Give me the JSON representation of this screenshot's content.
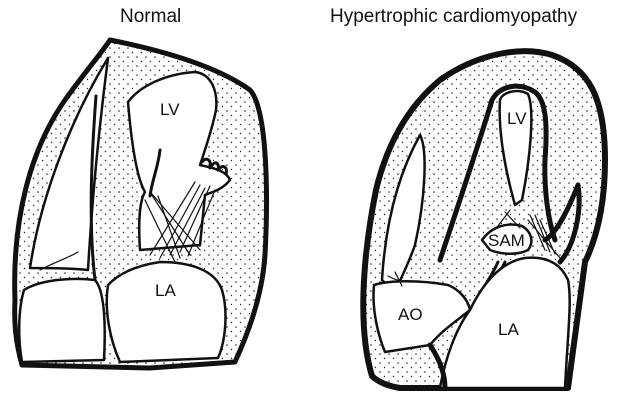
{
  "titles": {
    "normal": "Normal",
    "hcm": "Hypertrophic cardiomyopathy"
  },
  "labels": {
    "normal_lv": "LV",
    "normal_la": "LA",
    "hcm_lv": "LV",
    "hcm_sam": "SAM",
    "hcm_ao": "AO",
    "hcm_la": "LA"
  }
}
